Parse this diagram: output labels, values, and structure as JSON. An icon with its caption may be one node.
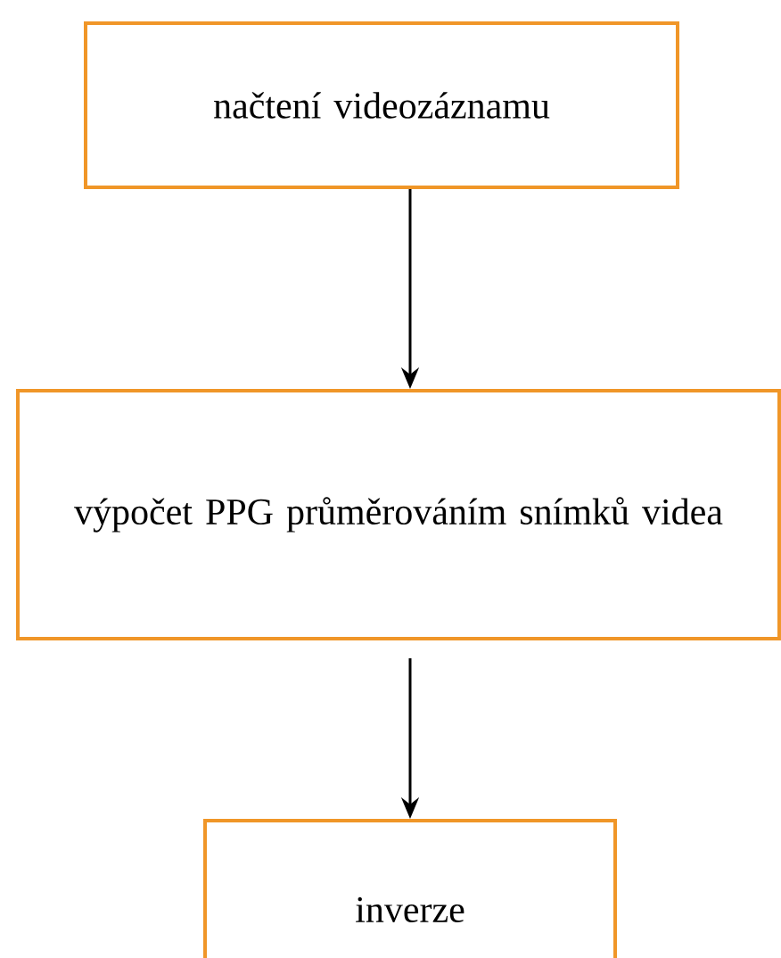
{
  "diagram": {
    "nodes": [
      {
        "text": [
          "načtení videozáznamu"
        ]
      },
      {
        "text": [
          "výpočet PPG průměrováním snímků videa"
        ]
      },
      {
        "text": [
          "inverze"
        ]
      }
    ],
    "edges": [
      {
        "from": 0,
        "to": 1,
        "arrow": "to"
      },
      {
        "from": 1,
        "to": 2,
        "arrow": "to"
      }
    ]
  }
}
